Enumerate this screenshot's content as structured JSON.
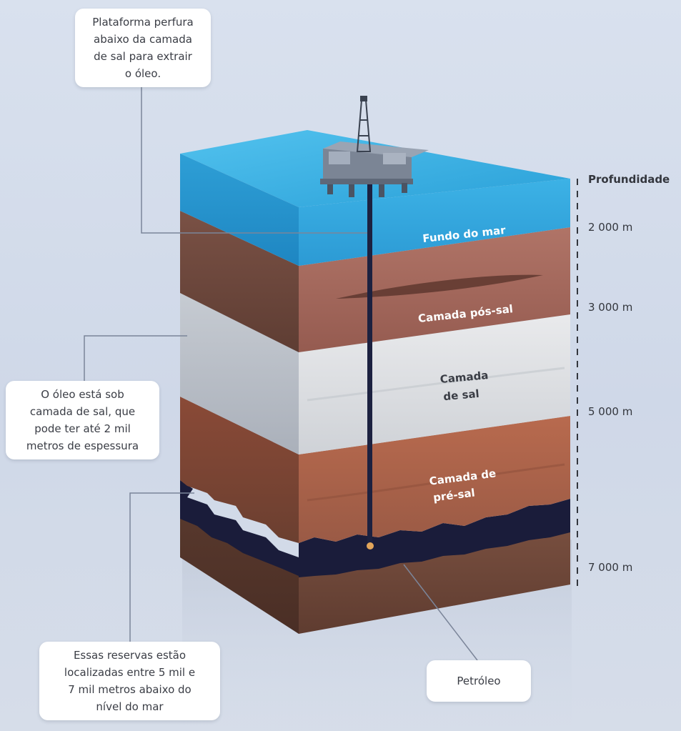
{
  "callouts": {
    "platform": "Plataforma perfura\nabaixo da camada\nde sal para extrair\no óleo.",
    "salt": "O óleo está sob\ncamada de sal, que\npode ter até 2 mil\nmetros de espessura",
    "reserves": "Essas reservas estão\nlocalizadas entre 5 mil e\n7 mil metros abaixo do\nnível do mar",
    "oil": "Petróleo"
  },
  "layers": {
    "sea": "Fundo do mar",
    "post_salt": "Camada pós-sal",
    "salt_line1": "Camada",
    "salt_line2": "de sal",
    "pre_salt_line1": "Camada de",
    "pre_salt_line2": "pré-sal"
  },
  "depth_scale": {
    "title": "Profundidade",
    "marks": [
      "2 000 m",
      "3 000 m",
      "5 000 m",
      "7 000 m"
    ]
  },
  "colors": {
    "sea": "#2fa6db",
    "post_salt": "#a5685c",
    "salt": "#dfe1e4",
    "pre_salt": "#a55c44",
    "deep_rock": "#6e4637",
    "oil": "#1a1c3a",
    "pipe": "#1c2140",
    "callout_line": "#7b8599"
  }
}
